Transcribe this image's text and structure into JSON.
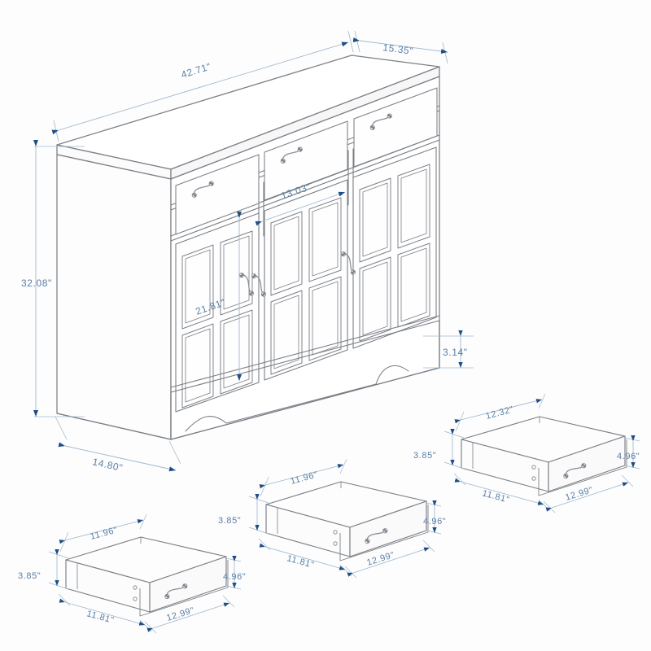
{
  "diagram": {
    "title": "Sideboard cabinet dimension drawing",
    "units": "inches",
    "background_color": "#fdfdfd",
    "line_color": "#7b7f85",
    "dim_line_color": "#9fb8ce",
    "dim_text_color": "#5a7fa6",
    "arrow_color": "#1f4e86"
  },
  "cabinet": {
    "name": "3-drawer 3-door sideboard",
    "dimensions": {
      "width": "42.71\"",
      "depth": "15.35\"",
      "height": "32.08\"",
      "base_depth": "14.80\"",
      "door_height": "21.81\"",
      "door_width": "13.03\"",
      "toe_kick_height": "3.14\""
    },
    "drawer_count": 3,
    "door_count": 3,
    "panels_per_door": 4
  },
  "drawer_boxes": [
    {
      "id": "drawer-box-left",
      "position": "bottom-left",
      "inner_width": "11.96\"",
      "side_height": "3.85\"",
      "bottom_width": "11.81\"",
      "front_width": "12.99\"",
      "front_height": "4.96\""
    },
    {
      "id": "drawer-box-middle",
      "position": "bottom-center",
      "inner_width": "11.96\"",
      "side_height": "3.85\"",
      "bottom_width": "11.81\"",
      "front_width": "12.99\"",
      "front_height": "4.96\""
    },
    {
      "id": "drawer-box-right",
      "position": "center-right",
      "inner_width": "12.32\"",
      "side_height": "3.85\"",
      "bottom_width": "11.81\"",
      "front_width": "12.99\"",
      "front_height": "4.96\""
    }
  ],
  "labels": {
    "width": "42.71\"",
    "depth": "15.35\"",
    "height": "32.08\"",
    "base_depth": "14.80\"",
    "door_height": "21.81\"",
    "door_width": "13.03\"",
    "toe_kick": "3.14\"",
    "d1_top": "11.96\"",
    "d1_side": "3.85\"",
    "d1_bottom": "11.81\"",
    "d1_front_w": "12.99\"",
    "d1_front_h": "4.96\"",
    "d2_top": "11.96\"",
    "d2_side": "3.85\"",
    "d2_bottom": "11.81\"",
    "d2_front_w": "12.99\"",
    "d2_front_h": "4.96\"",
    "d3_top": "12.32\"",
    "d3_side": "3.85\"",
    "d3_bottom": "11.81\"",
    "d3_front_w": "12.99\"",
    "d3_front_h": "4.96\""
  }
}
